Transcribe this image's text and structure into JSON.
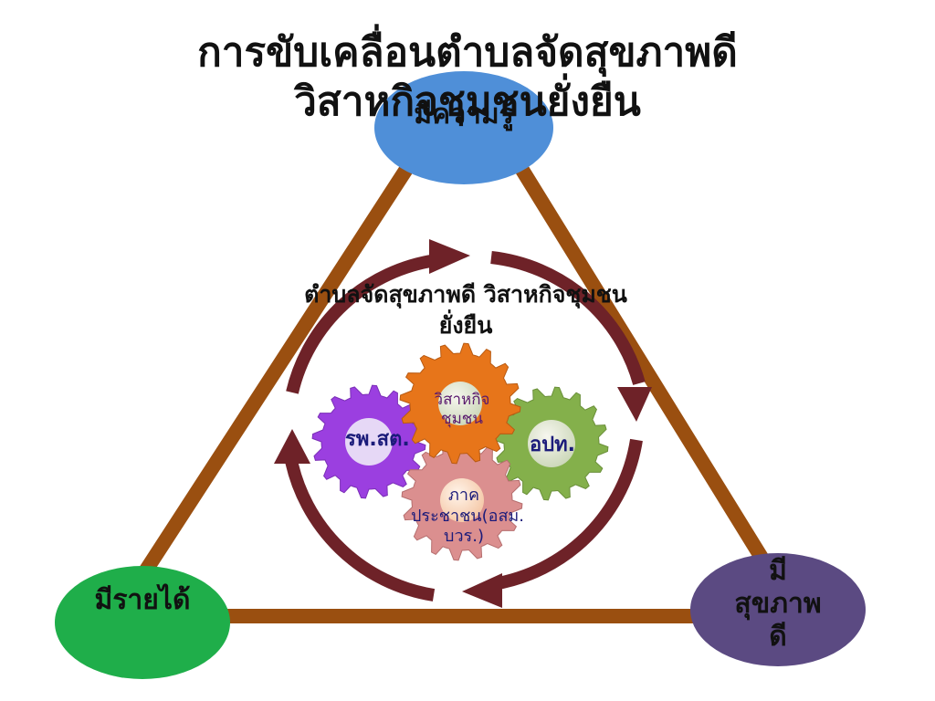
{
  "title": {
    "line1": "การขับเคลื่อนตำบลจัดสุขภาพดี",
    "line2": "วิสาหกิจชุมชนยั่งยืน"
  },
  "nodes": {
    "top": {
      "label": "มีความรู้",
      "color": "#4f8fd8"
    },
    "bottom_left": {
      "label": "มีรายได้",
      "color": "#1fae4a"
    },
    "bottom_right": {
      "label": "มีสุขภาพดี",
      "color": "#5b4a82"
    }
  },
  "cycle_title": "ตำบลจัดสุขภาพดี วิสาหกิจชุมชน ยั่งยืน",
  "gears": {
    "rph": {
      "label": "รพ.สต.",
      "color": "#9b3fe0"
    },
    "enterprise": {
      "label": "วิสาหกิจชุมชน",
      "color": "#e7751a"
    },
    "opt": {
      "label": "อปท.",
      "color": "#84b04b"
    },
    "people": {
      "label": "ภาคประชาชน(อสม. บวร.)",
      "color": "#db8f8f"
    }
  },
  "colors": {
    "triangle_edge": "#9a4f10",
    "cycle_arrow": "#6e2228"
  }
}
